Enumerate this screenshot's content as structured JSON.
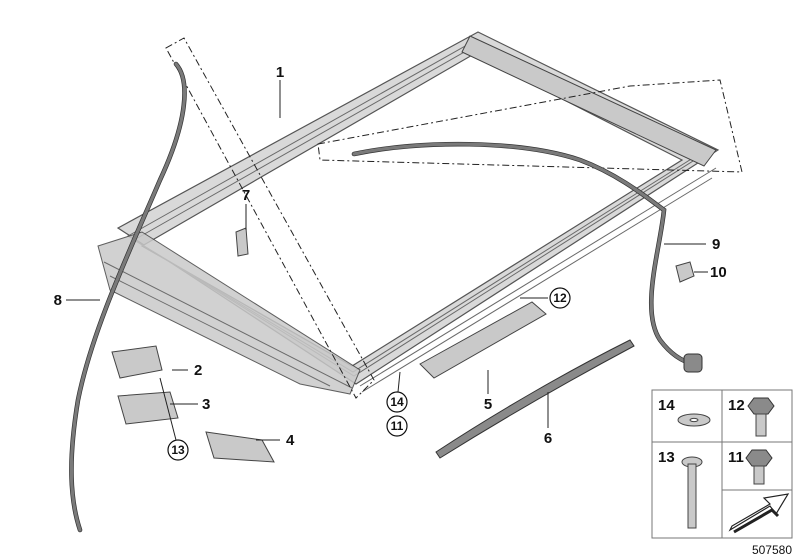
{
  "diagram": {
    "callouts": {
      "c1": "1",
      "c2": "2",
      "c3": "3",
      "c4": "4",
      "c5": "5",
      "c6": "6",
      "c7": "7",
      "c8": "8",
      "c9": "9",
      "c10": "10",
      "c11": "11",
      "c12": "12",
      "c13": "13",
      "c14": "14"
    },
    "legend": {
      "cell_14": "14",
      "cell_12": "12",
      "cell_13": "13",
      "cell_11": "11"
    },
    "image_number": "507580"
  }
}
